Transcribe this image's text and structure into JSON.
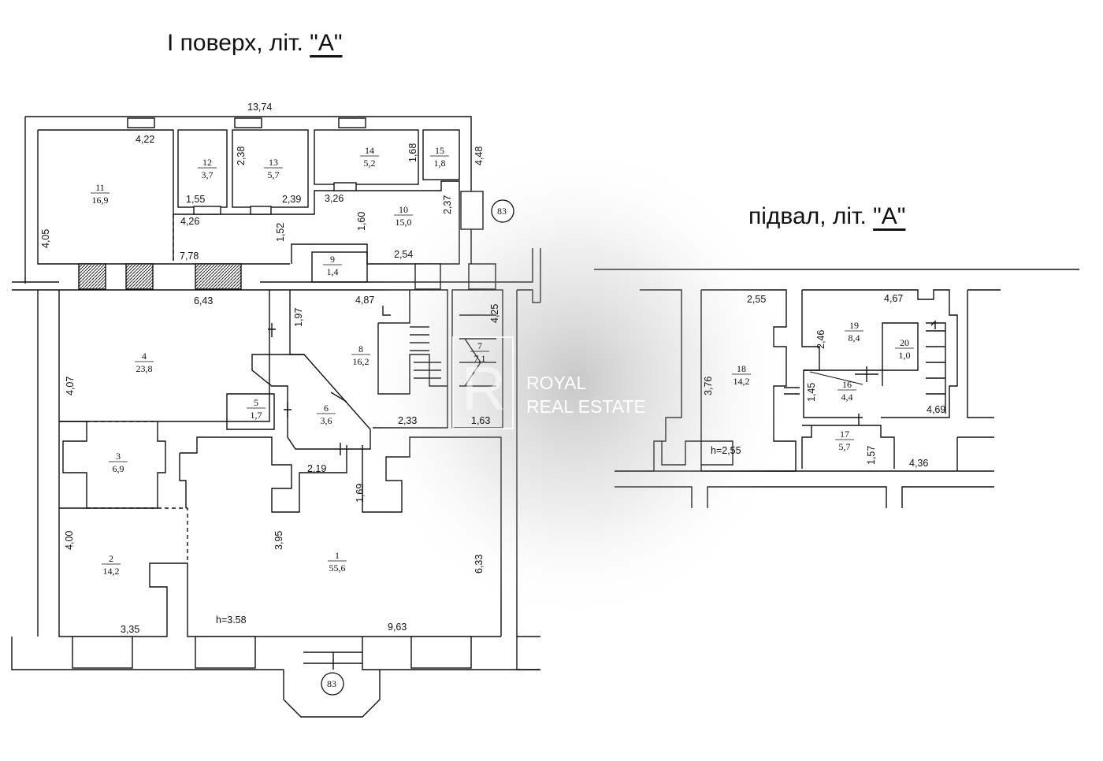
{
  "titles": {
    "first_floor": {
      "text": "І поверх, літ. ",
      "mark": "\"А\""
    },
    "basement": {
      "text": "підвал, літ. ",
      "mark": "\"А\""
    }
  },
  "watermark": {
    "line1": "ROYAL",
    "line2": "REAL ESTATE",
    "logo_letter": "R"
  },
  "rooms": [
    {
      "num": "1",
      "area": "55,6"
    },
    {
      "num": "2",
      "area": "14,2"
    },
    {
      "num": "3",
      "area": "6,9"
    },
    {
      "num": "4",
      "area": "23,8"
    },
    {
      "num": "5",
      "area": "1,7"
    },
    {
      "num": "6",
      "area": "3,6"
    },
    {
      "num": "7",
      "area": "7,1"
    },
    {
      "num": "8",
      "area": "16,2"
    },
    {
      "num": "9",
      "area": "1,4"
    },
    {
      "num": "10",
      "area": "15,0"
    },
    {
      "num": "11",
      "area": "16,9"
    },
    {
      "num": "12",
      "area": "3,7"
    },
    {
      "num": "13",
      "area": "5,7"
    },
    {
      "num": "14",
      "area": "5,2"
    },
    {
      "num": "15",
      "area": "1,8"
    },
    {
      "num": "16",
      "area": "4,4"
    },
    {
      "num": "17",
      "area": "5,7"
    },
    {
      "num": "18",
      "area": "14,2"
    },
    {
      "num": "19",
      "area": "8,4"
    },
    {
      "num": "20",
      "area": "1,0"
    }
  ],
  "dimensions": {
    "d13_74": "13,74",
    "d4_22": "4,22",
    "d4_48": "4,48",
    "d2_38": "2,38",
    "d1_68": "1,68",
    "d1_55": "1,55",
    "d2_39": "2,39",
    "d3_26": "3,26",
    "d2_37": "2,37",
    "d4_26": "4,26",
    "d4_05": "4,05",
    "d1_52": "1,52",
    "d1_60": "1,60",
    "d7_78": "7,78",
    "d2_54": "2,54",
    "d6_43": "6,43",
    "d4_87": "4,87",
    "d1_97": "1,97",
    "d4_25": "4,25",
    "d4_07": "4,07",
    "d2_33": "2,33",
    "d1_63": "1,63",
    "d2_19": "2,19",
    "d1_69": "1,69",
    "d4_00": "4,00",
    "d3_95": "3,95",
    "d6_33": "6,33",
    "d3_35": "3,35",
    "h3_58": "h=3.58",
    "d9_63": "9,63",
    "b2_55": "2,55",
    "b4_67": "4,67",
    "b2_46": "2,46",
    "b3_76": "3,76",
    "b1_45": "1,45",
    "b4_69": "4,69",
    "b1_57": "1,57",
    "b4_36": "4,36",
    "bh2_55": "h=2,55"
  },
  "markers": {
    "top": "83",
    "bottom": "83"
  }
}
